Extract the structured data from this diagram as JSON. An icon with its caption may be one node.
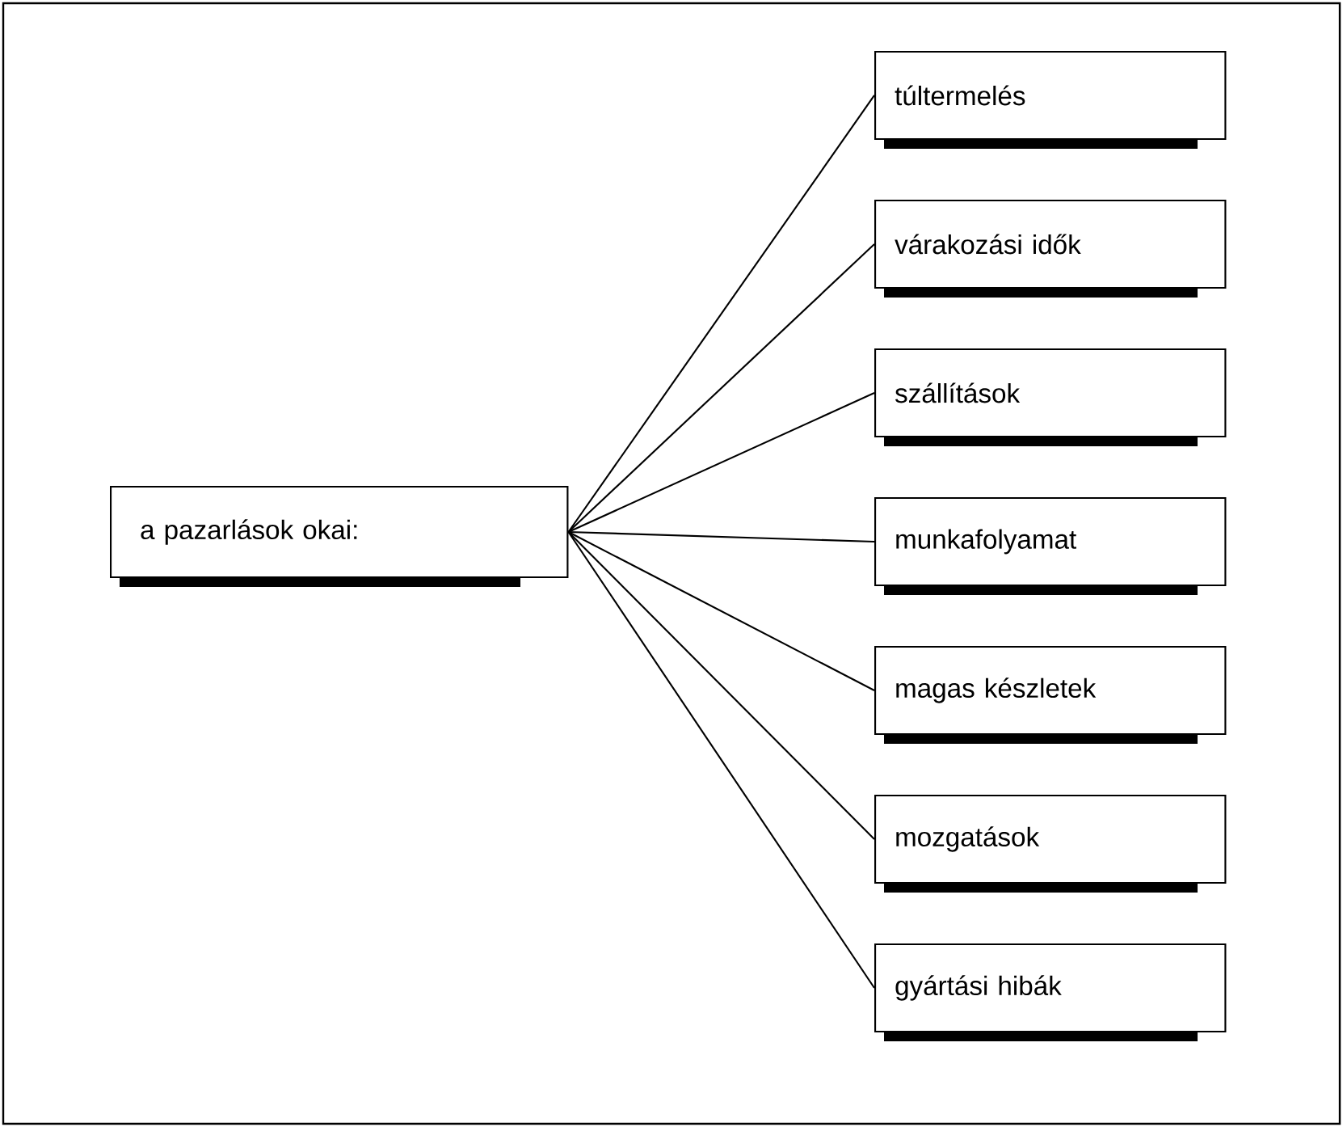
{
  "diagram": {
    "nodes": [
      {
        "text": [
          "a pazarlások okai:"
        ]
      },
      {
        "text": [
          "túltermelés"
        ]
      },
      {
        "text": [
          "várakozási idők"
        ]
      },
      {
        "text": [
          "szállítások"
        ]
      },
      {
        "text": [
          "munkafolyamat"
        ]
      },
      {
        "text": [
          "magas készletek"
        ]
      },
      {
        "text": [
          "mozgatások"
        ]
      },
      {
        "text": [
          "gyártási hibák"
        ]
      }
    ],
    "edges": [
      {
        "from": 0,
        "to": 1,
        "arrow": "none"
      },
      {
        "from": 0,
        "to": 2,
        "arrow": "none"
      },
      {
        "from": 0,
        "to": 3,
        "arrow": "none"
      },
      {
        "from": 0,
        "to": 4,
        "arrow": "none"
      },
      {
        "from": 0,
        "to": 5,
        "arrow": "none"
      },
      {
        "from": 0,
        "to": 6,
        "arrow": "none"
      },
      {
        "from": 0,
        "to": 7,
        "arrow": "none"
      }
    ]
  }
}
